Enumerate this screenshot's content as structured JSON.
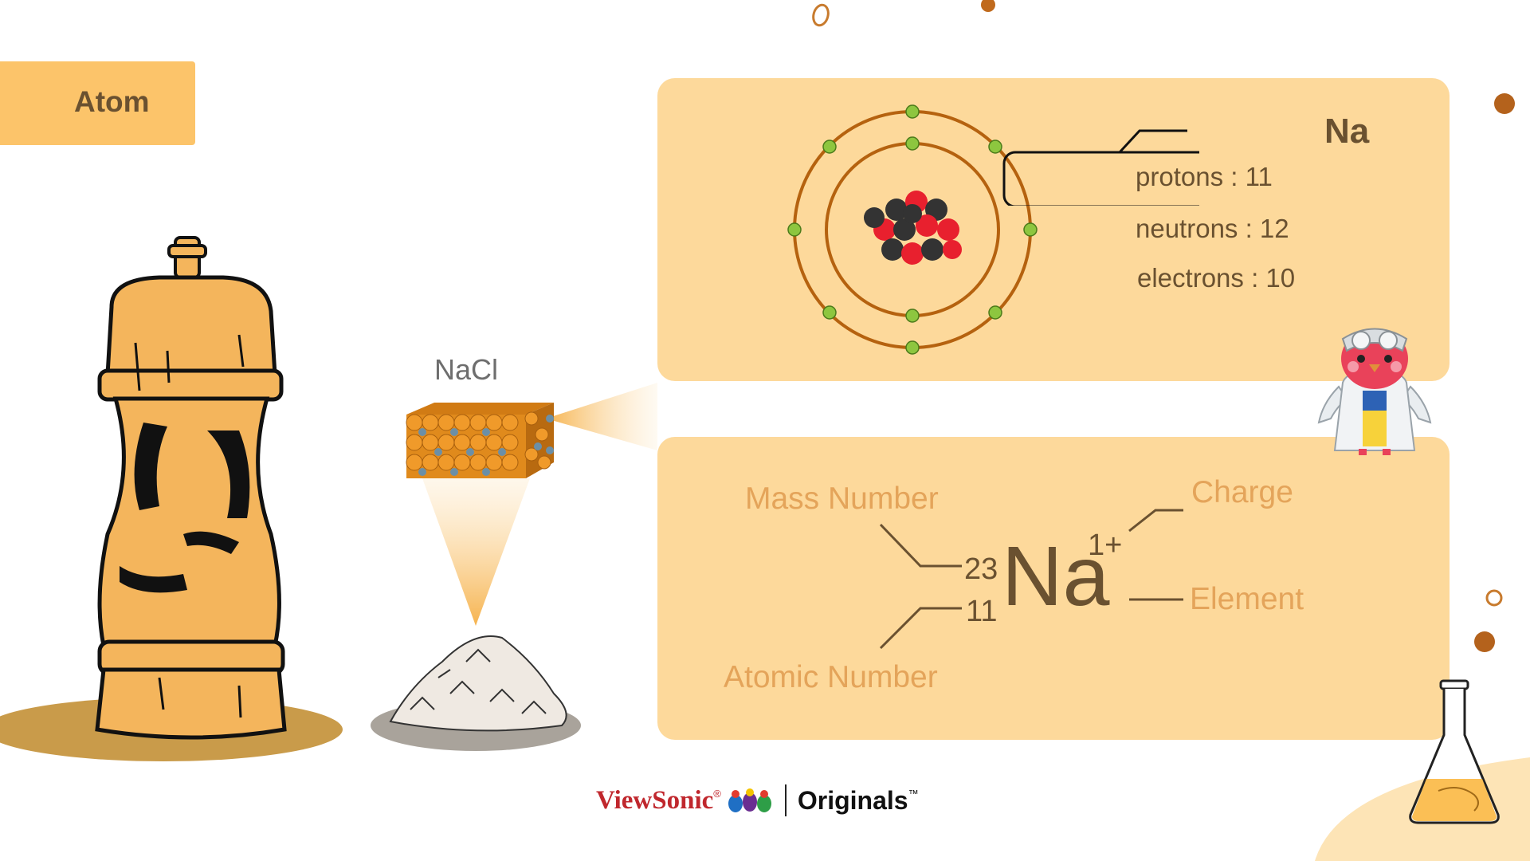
{
  "tag": {
    "label": "Atom"
  },
  "compound": {
    "label": "NaCl"
  },
  "atom_panel": {
    "element": "Na",
    "protons": "protons : 11",
    "neutrons": "neutrons : 12",
    "electrons": "electrons : 10"
  },
  "notation_panel": {
    "symbol": "Na",
    "mass_number": "23",
    "atomic_number": "11",
    "charge": "1+",
    "labels": {
      "mass_number": "Mass Number",
      "atomic_number": "Atomic Number",
      "charge": "Charge",
      "element": "Element"
    }
  },
  "footer": {
    "brand": "ViewSonic",
    "brand_mark": "®",
    "product": "Originals",
    "trademark": "™"
  },
  "colors": {
    "panel": "#fdd99b",
    "tag": "#fcc46a",
    "accent": "#e4a45a",
    "brown": "#6a5130",
    "brand_red": "#c0272d"
  }
}
